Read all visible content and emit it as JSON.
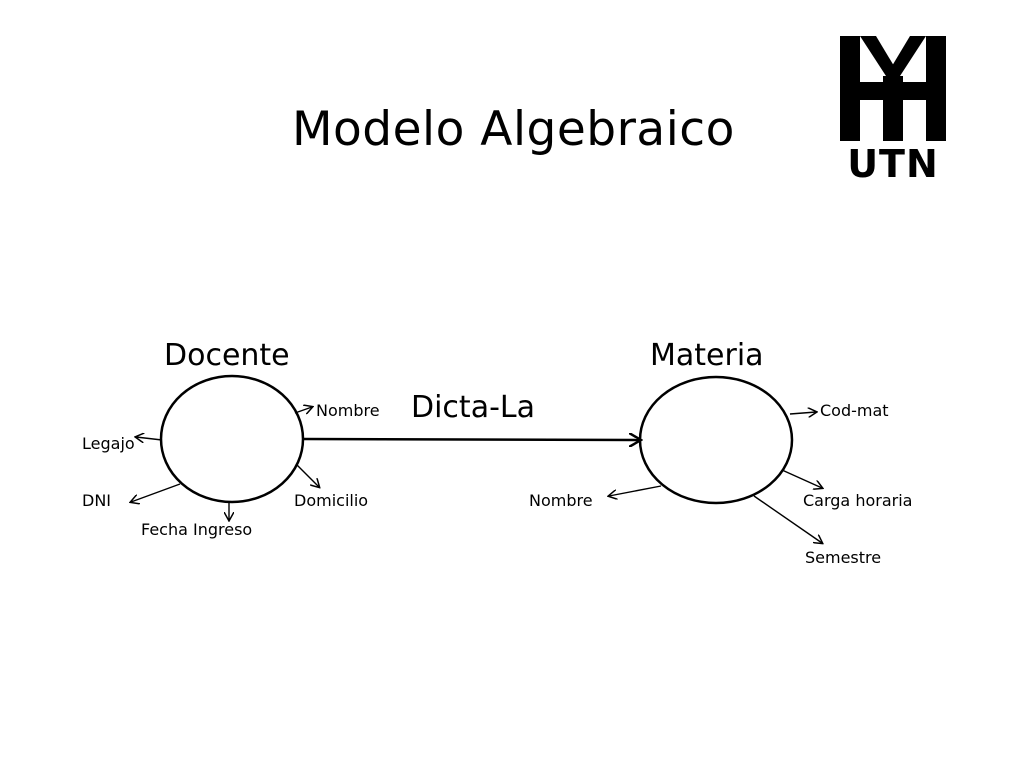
{
  "slide": {
    "title": "Modelo Algebraico"
  },
  "logo": {
    "text": "UTN",
    "color": "#000000"
  },
  "diagram": {
    "relationship": "Dicta-La",
    "entities": [
      {
        "name": "Docente",
        "attributes": [
          "Nombre",
          "Legajo",
          "DNI",
          "Fecha Ingreso",
          "Domicilio"
        ]
      },
      {
        "name": "Materia",
        "attributes": [
          "Cod-mat",
          "Nombre",
          "Carga horaria",
          "Semestre"
        ]
      }
    ]
  }
}
